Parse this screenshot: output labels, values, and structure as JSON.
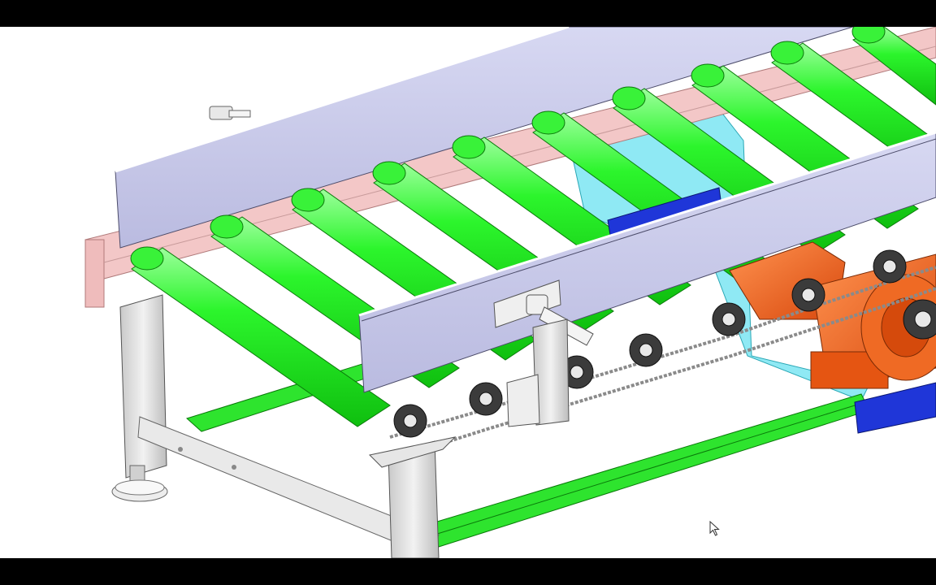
{
  "viewer": {
    "background": "#ffffff",
    "letterbox_color": "#000000"
  },
  "model": {
    "parts": [
      {
        "name": "roller",
        "color": "#1cf01c",
        "count": 11
      },
      {
        "name": "side-guide-rail",
        "color": "#c8c9e8"
      },
      {
        "name": "frame-rail",
        "color": "#f1c2c2"
      },
      {
        "name": "cross-brace",
        "color": "#29e029"
      },
      {
        "name": "leg-frame",
        "color": "#dcdcdc"
      },
      {
        "name": "gear-motor",
        "color": "#f2661e"
      },
      {
        "name": "motor-mount-plate",
        "color": "#7fe3ef"
      },
      {
        "name": "motor-base-bracket",
        "color": "#1c33d6"
      },
      {
        "name": "drive-chain",
        "color": "#9a9a9a"
      },
      {
        "name": "sprocket",
        "color": "#3a3a3a"
      }
    ]
  },
  "icons": {
    "cursor": "mouse-pointer-icon"
  }
}
